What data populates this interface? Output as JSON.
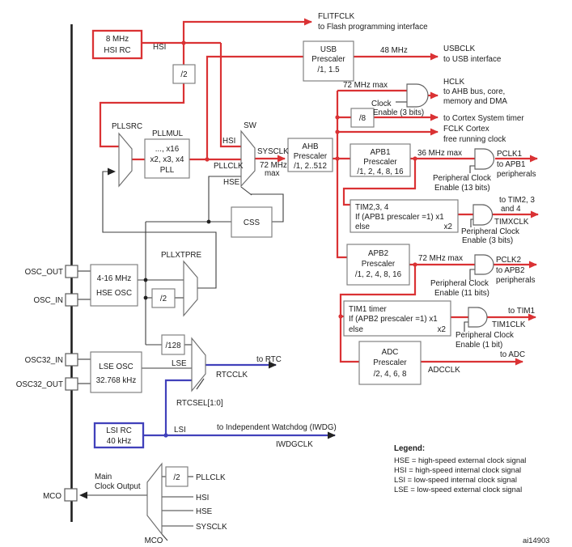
{
  "figure": {
    "code": "ai14903"
  },
  "colors": {
    "red": "#da3234",
    "blue": "#4141bb"
  },
  "pins": {
    "osc_out": "OSC_OUT",
    "osc_in": "OSC_IN",
    "osc32_in": "OSC32_IN",
    "osc32_out": "OSC32_OUT",
    "mco": "MCO"
  },
  "blocks": {
    "hsi_rc": {
      "l1": "8 MHz",
      "l2": "HSI RC"
    },
    "hse_osc": {
      "l1": "4-16 MHz",
      "l2": "HSE OSC"
    },
    "lse_osc": {
      "l1": "LSE OSC",
      "l2": "32.768 kHz"
    },
    "lsi_rc": {
      "l1": "LSI RC",
      "l2": "40 kHz"
    },
    "div2_hsi": "/2",
    "div2_hse": "/2",
    "div2_mco": "/2",
    "div8": "/8",
    "div128": "/128",
    "pll": {
      "l1": "..., x16",
      "l2": "x2, x3, x4",
      "l3": "PLL"
    },
    "css": "CSS",
    "usb": {
      "l1": "USB",
      "l2": "Prescaler",
      "l3": "/1, 1.5"
    },
    "ahb": {
      "l1": "AHB",
      "l2": "Prescaler",
      "l3": "/1, 2..512"
    },
    "apb1": {
      "l1": "APB1",
      "l2": "Prescaler",
      "l3": "/1, 2, 4, 8, 16"
    },
    "apb2": {
      "l1": "APB2",
      "l2": "Prescaler",
      "l3": "/1, 2, 4, 8, 16"
    },
    "tim234": {
      "l1": "TIM2,3, 4",
      "l2": "If (APB1 prescaler =1) x1",
      "l3": "else",
      "mult": "x2"
    },
    "tim1": {
      "l1": "TIM1 timer",
      "l2": "If (APB2 prescaler =1) x1",
      "l3": "else",
      "mult": "x2"
    },
    "adc": {
      "l1": "ADC",
      "l2": "Prescaler",
      "l3": "/2, 4, 6, 8"
    }
  },
  "muxes": {
    "pllsrc": "PLLSRC",
    "pllmul": "PLLMUL",
    "sw": "SW",
    "pllxtpre": "PLLXTPRE",
    "rtcsel": "RTCSEL[1:0]",
    "mco": "MCO"
  },
  "signals": {
    "hsi": "HSI",
    "hsi_sw": "HSI",
    "pllclk": "PLLCLK",
    "hse_sw": "HSE",
    "lse": "LSE",
    "lsi": "LSI",
    "sysclk": "SYSCLK",
    "sysclk_max_1": "72 MHz",
    "sysclk_max_2": "max",
    "usb_freq": "48 MHz",
    "hclk_max": "72 MHz max",
    "pclk1_max": "36 MHz max",
    "pclk2_max": "72 MHz max",
    "mco_pllclk": "PLLCLK",
    "mco_hsi": "HSI",
    "mco_hse": "HSE",
    "mco_sysclk": "SYSCLK",
    "mco_main_1": "Main",
    "mco_main_2": "Clock Output"
  },
  "outputs": {
    "flitfclk": {
      "name": "FLITFCLK",
      "desc": "to Flash programming interface"
    },
    "usbclk": {
      "name": "USBCLK",
      "desc": "to USB interface"
    },
    "hclk": {
      "name": "HCLK",
      "desc1": "to AHB bus, core,",
      "desc2": "memory and DMA"
    },
    "cortex_timer": {
      "desc": "to Cortex System timer"
    },
    "fclk": {
      "name": "FCLK Cortex",
      "desc": "free running clock"
    },
    "pclk1": {
      "name": "PCLK1",
      "desc1": "to APB1",
      "desc2": "peripherals"
    },
    "timx": {
      "name": "TIMXCLK",
      "desc1": "to TIM2, 3",
      "desc2": "and 4"
    },
    "pclk2": {
      "name": "PCLK2",
      "desc1": "to APB2",
      "desc2": "peripherals"
    },
    "tim1": {
      "name": "TIM1CLK",
      "desc": "to TIM1"
    },
    "adc": {
      "name": "ADCCLK",
      "desc": "to ADC"
    },
    "rtc": {
      "name": "RTCCLK",
      "desc": "to RTC"
    },
    "iwdg": {
      "name": "IWDGCLK",
      "desc": "to Independent Watchdog (IWDG)"
    }
  },
  "enables": {
    "hclk": {
      "l1": "Clock",
      "l2": "Enable (3 bits)"
    },
    "pclk1": {
      "l1": "Peripheral Clock",
      "l2": "Enable (13 bits)"
    },
    "timx": {
      "l1": "Peripheral Clock",
      "l2": "Enable (3 bits)"
    },
    "pclk2": {
      "l1": "Peripheral Clock",
      "l2": "Enable (11 bits)"
    },
    "tim1": {
      "l1": "Peripheral Clock",
      "l2": "Enable (1 bit)"
    }
  },
  "legend": {
    "title": "Legend:",
    "lines": [
      "HSE = high-speed external clock signal",
      "HSI = high-speed internal clock signal",
      "LSI = low-speed internal clock signal",
      "LSE = low-speed external clock signal"
    ]
  }
}
